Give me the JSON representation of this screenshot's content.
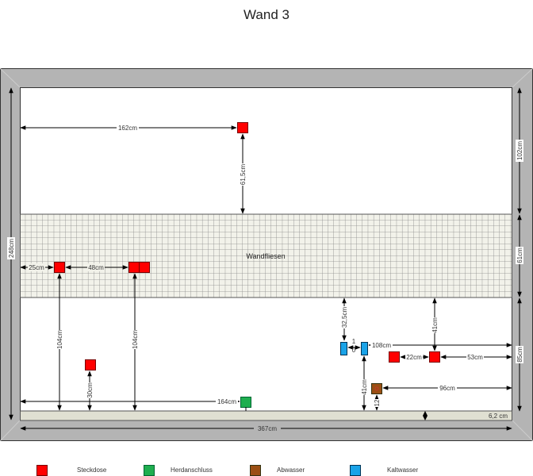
{
  "title": "Wand 3",
  "tile_label": "Wandfliesen",
  "colors": {
    "steckdose": "#ff0000",
    "herdanschluss": "#1fae4f",
    "abwasser": "#9b4f14",
    "kaltwasser": "#1aa3e8",
    "wall_frame": "#b4b4b4",
    "floor_strip": "#e0e0d2"
  },
  "dimensions": {
    "total_width": "367cm",
    "total_height": "248cm",
    "top_zone": "102cm",
    "tile_zone": "61cm",
    "bottom_zone": "85cm",
    "floor": "6,2 cm",
    "socket_top_left": "162cm",
    "socket_top_below": "61,5cm",
    "socket_tile_left": "25cm",
    "socket_tile_gap": "48cm",
    "socket_tile_height_1": "104cm",
    "socket_tile_height_2": "104cm",
    "socket_low_height": "30cm",
    "herd_left": "164cm",
    "water_below_tiles": "32,5cm",
    "water_gap": "1\n0",
    "water_gap_top": "1",
    "water_gap_bottom": "0",
    "water_right": "108cm",
    "water_height": "41cm",
    "socket_right_gap": "22cm",
    "socket_right_right": "53cm",
    "socket_right_below_tiles": "41cm",
    "abwasser_right": "96cm",
    "abwasser_height": "12"
  },
  "legend": [
    {
      "label": "Steckdose",
      "color": "#ff0000",
      "icon": "socket-square"
    },
    {
      "label": "Herdanschluss",
      "color": "#1fae4f",
      "icon": "stove-connection-square"
    },
    {
      "label": "Abwasser",
      "color": "#9b4f14",
      "icon": "drain-square"
    },
    {
      "label": "Kaltwasser",
      "color": "#1aa3e8",
      "icon": "cold-water-square"
    }
  ]
}
